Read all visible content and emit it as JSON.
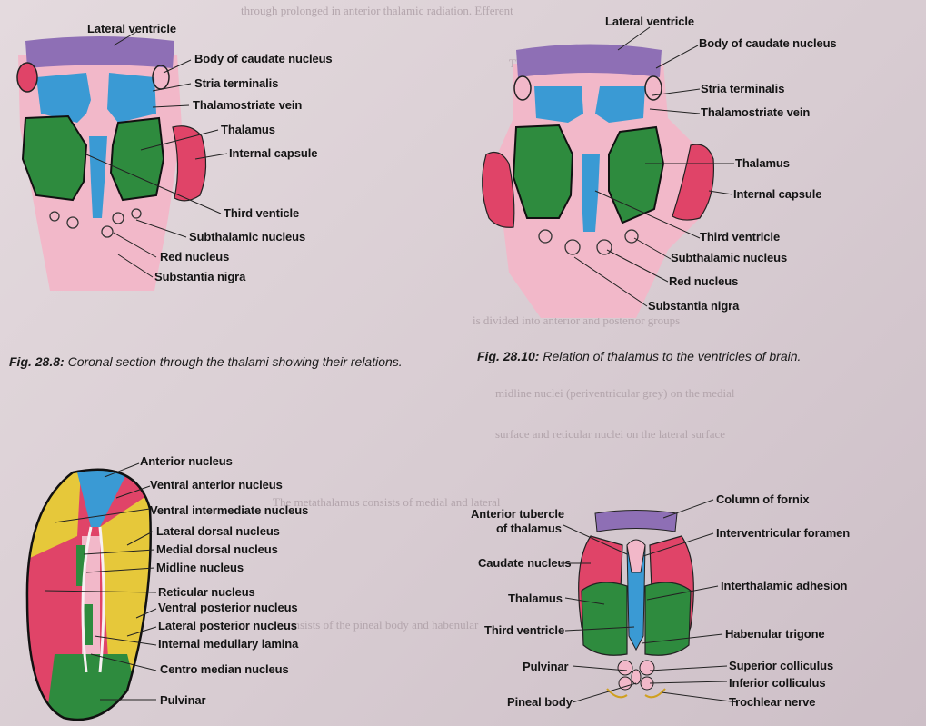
{
  "fig1": {
    "labels": [
      "Lateral ventricle",
      "Body of caudate nucleus",
      "Stria terminalis",
      "Thalamostriate vein",
      "Thalamus",
      "Internal capsule",
      "Third venticle",
      "Subthalamic nucleus",
      "Red nucleus",
      "Substantia nigra"
    ],
    "caption_num": "Fig. 28.8:",
    "caption_text": "Coronal section through the thalami showing their relations."
  },
  "fig2": {
    "labels": [
      "Lateral ventricle",
      "Body of caudate nucleus",
      "Stria terminalis",
      "Thalamostriate vein",
      "Thalamus",
      "Internal capsule",
      "Third ventricle",
      "Subthalamic nucleus",
      "Red nucleus",
      "Substantia nigra"
    ],
    "caption_num": "Fig. 28.10:",
    "caption_text": "Relation of thalamus to the ventricles of brain."
  },
  "fig3": {
    "labels": [
      "Anterior nucleus",
      "Ventral anterior nucleus",
      "Ventral intermediate nucleus",
      "Lateral dorsal nucleus",
      "Medial dorsal nucleus",
      "Midline nucleus",
      "Reticular nucleus",
      "Ventral posterior nucleus",
      "Lateral posterior nucleus",
      "Internal medullary lamina",
      "Centro median nucleus",
      "Pulvinar"
    ]
  },
  "fig4": {
    "left_labels": [
      "Anterior tubercle",
      "of thalamus",
      "Caudate nucleus",
      "Thalamus",
      "Third ventricle",
      "Pulvinar",
      "Pineal body"
    ],
    "right_labels": [
      "Column of fornix",
      "Interventricular foramen",
      "Interthalamic adhesion",
      "Habenular trigone",
      "Superior colliculus",
      "Inferior colliculus",
      "Trochlear nerve"
    ]
  },
  "colors": {
    "pink": "#f2b8c9",
    "green": "#2e8b3e",
    "blue": "#3a9ad4",
    "purple": "#8e6fb5",
    "red": "#e04468",
    "yellow": "#e6c83a",
    "darkred": "#c83252"
  }
}
